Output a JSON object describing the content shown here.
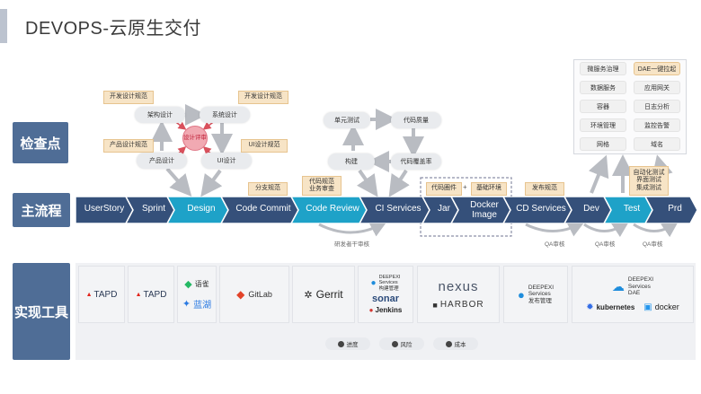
{
  "title": "DEVOPS-云原生交付",
  "bands": {
    "check": "检查点",
    "main": "主流程",
    "tools": "实现工具"
  },
  "pipeline": [
    {
      "label": "UserStory",
      "color": "#35507a"
    },
    {
      "label": "Sprint",
      "color": "#35507a"
    },
    {
      "label": "Design",
      "color": "#1ea2c8"
    },
    {
      "label": "Code Commit",
      "color": "#35507a"
    },
    {
      "label": "Code Review",
      "color": "#1ea2c8"
    },
    {
      "label": "CI Services",
      "color": "#35507a"
    },
    {
      "label": "Jar",
      "color": "#35507a"
    },
    {
      "label": "Docker Image",
      "color": "#35507a"
    },
    {
      "label": "CD Services",
      "color": "#35507a"
    },
    {
      "label": "Dev",
      "color": "#35507a"
    },
    {
      "label": "Test",
      "color": "#1ea2c8"
    },
    {
      "label": "Prd",
      "color": "#35507a"
    }
  ],
  "design": {
    "nodes": {
      "arch": "架构设计",
      "sys": "系统设计",
      "prod": "产品设计",
      "ui": "UI设计"
    },
    "review": "设计评审",
    "specs": {
      "dev1": "开发设计规范",
      "dev2": "开发设计规范",
      "prod": "产品设计规范",
      "ui": "UI设计规范"
    }
  },
  "ci": {
    "nodes": {
      "unit": "单元测试",
      "quality": "代码质量",
      "build": "构建",
      "coverage": "代码覆盖率"
    }
  },
  "specs_main": {
    "branch": "分支规范",
    "code": "代码规范\n业务审查",
    "components": "代码圈件",
    "plus": "+",
    "env": "基础环境",
    "release": "发布规范",
    "auto_test": "自动化测试\n界面测试\n集成测试",
    "dae": "DAE一键拉起"
  },
  "gates": {
    "dev_cross": "研发者干审核",
    "qa1": "QA审核",
    "qa2": "QA审核",
    "qa3": "QA审核"
  },
  "cloud_panel": [
    "微服务治理",
    "DAE一键拉起",
    "数据服务",
    "应用网关",
    "容器",
    "日志分析",
    "环境管理",
    "监控告警",
    "网格",
    "域名"
  ],
  "tools": {
    "tapd1": "TAPD",
    "tapd2": "TAPD",
    "yuque": "语雀",
    "lanhu": "蓝湖",
    "gitlab": "GitLab",
    "gerrit": "Gerrit",
    "deepexi_build": "DEEPEXI\nServices\n构建管理",
    "sonar": "sonar",
    "jenkins": "Jenkins",
    "nexus": "nexus",
    "harbor": "HARBOR",
    "deepexi_release": "DEEPEXI\nServices\n发布管理",
    "deepexi_dae": "DEEPEXI\nServices\nDAE",
    "kubernetes": "kubernetes",
    "docker": "docker"
  },
  "bottom_pills": [
    "进度",
    "风险",
    "成本"
  ],
  "colors": {
    "band": "#4f6d96",
    "dark": "#35507a",
    "accent": "#1ea2c8",
    "spec": "#f7e4c6"
  }
}
